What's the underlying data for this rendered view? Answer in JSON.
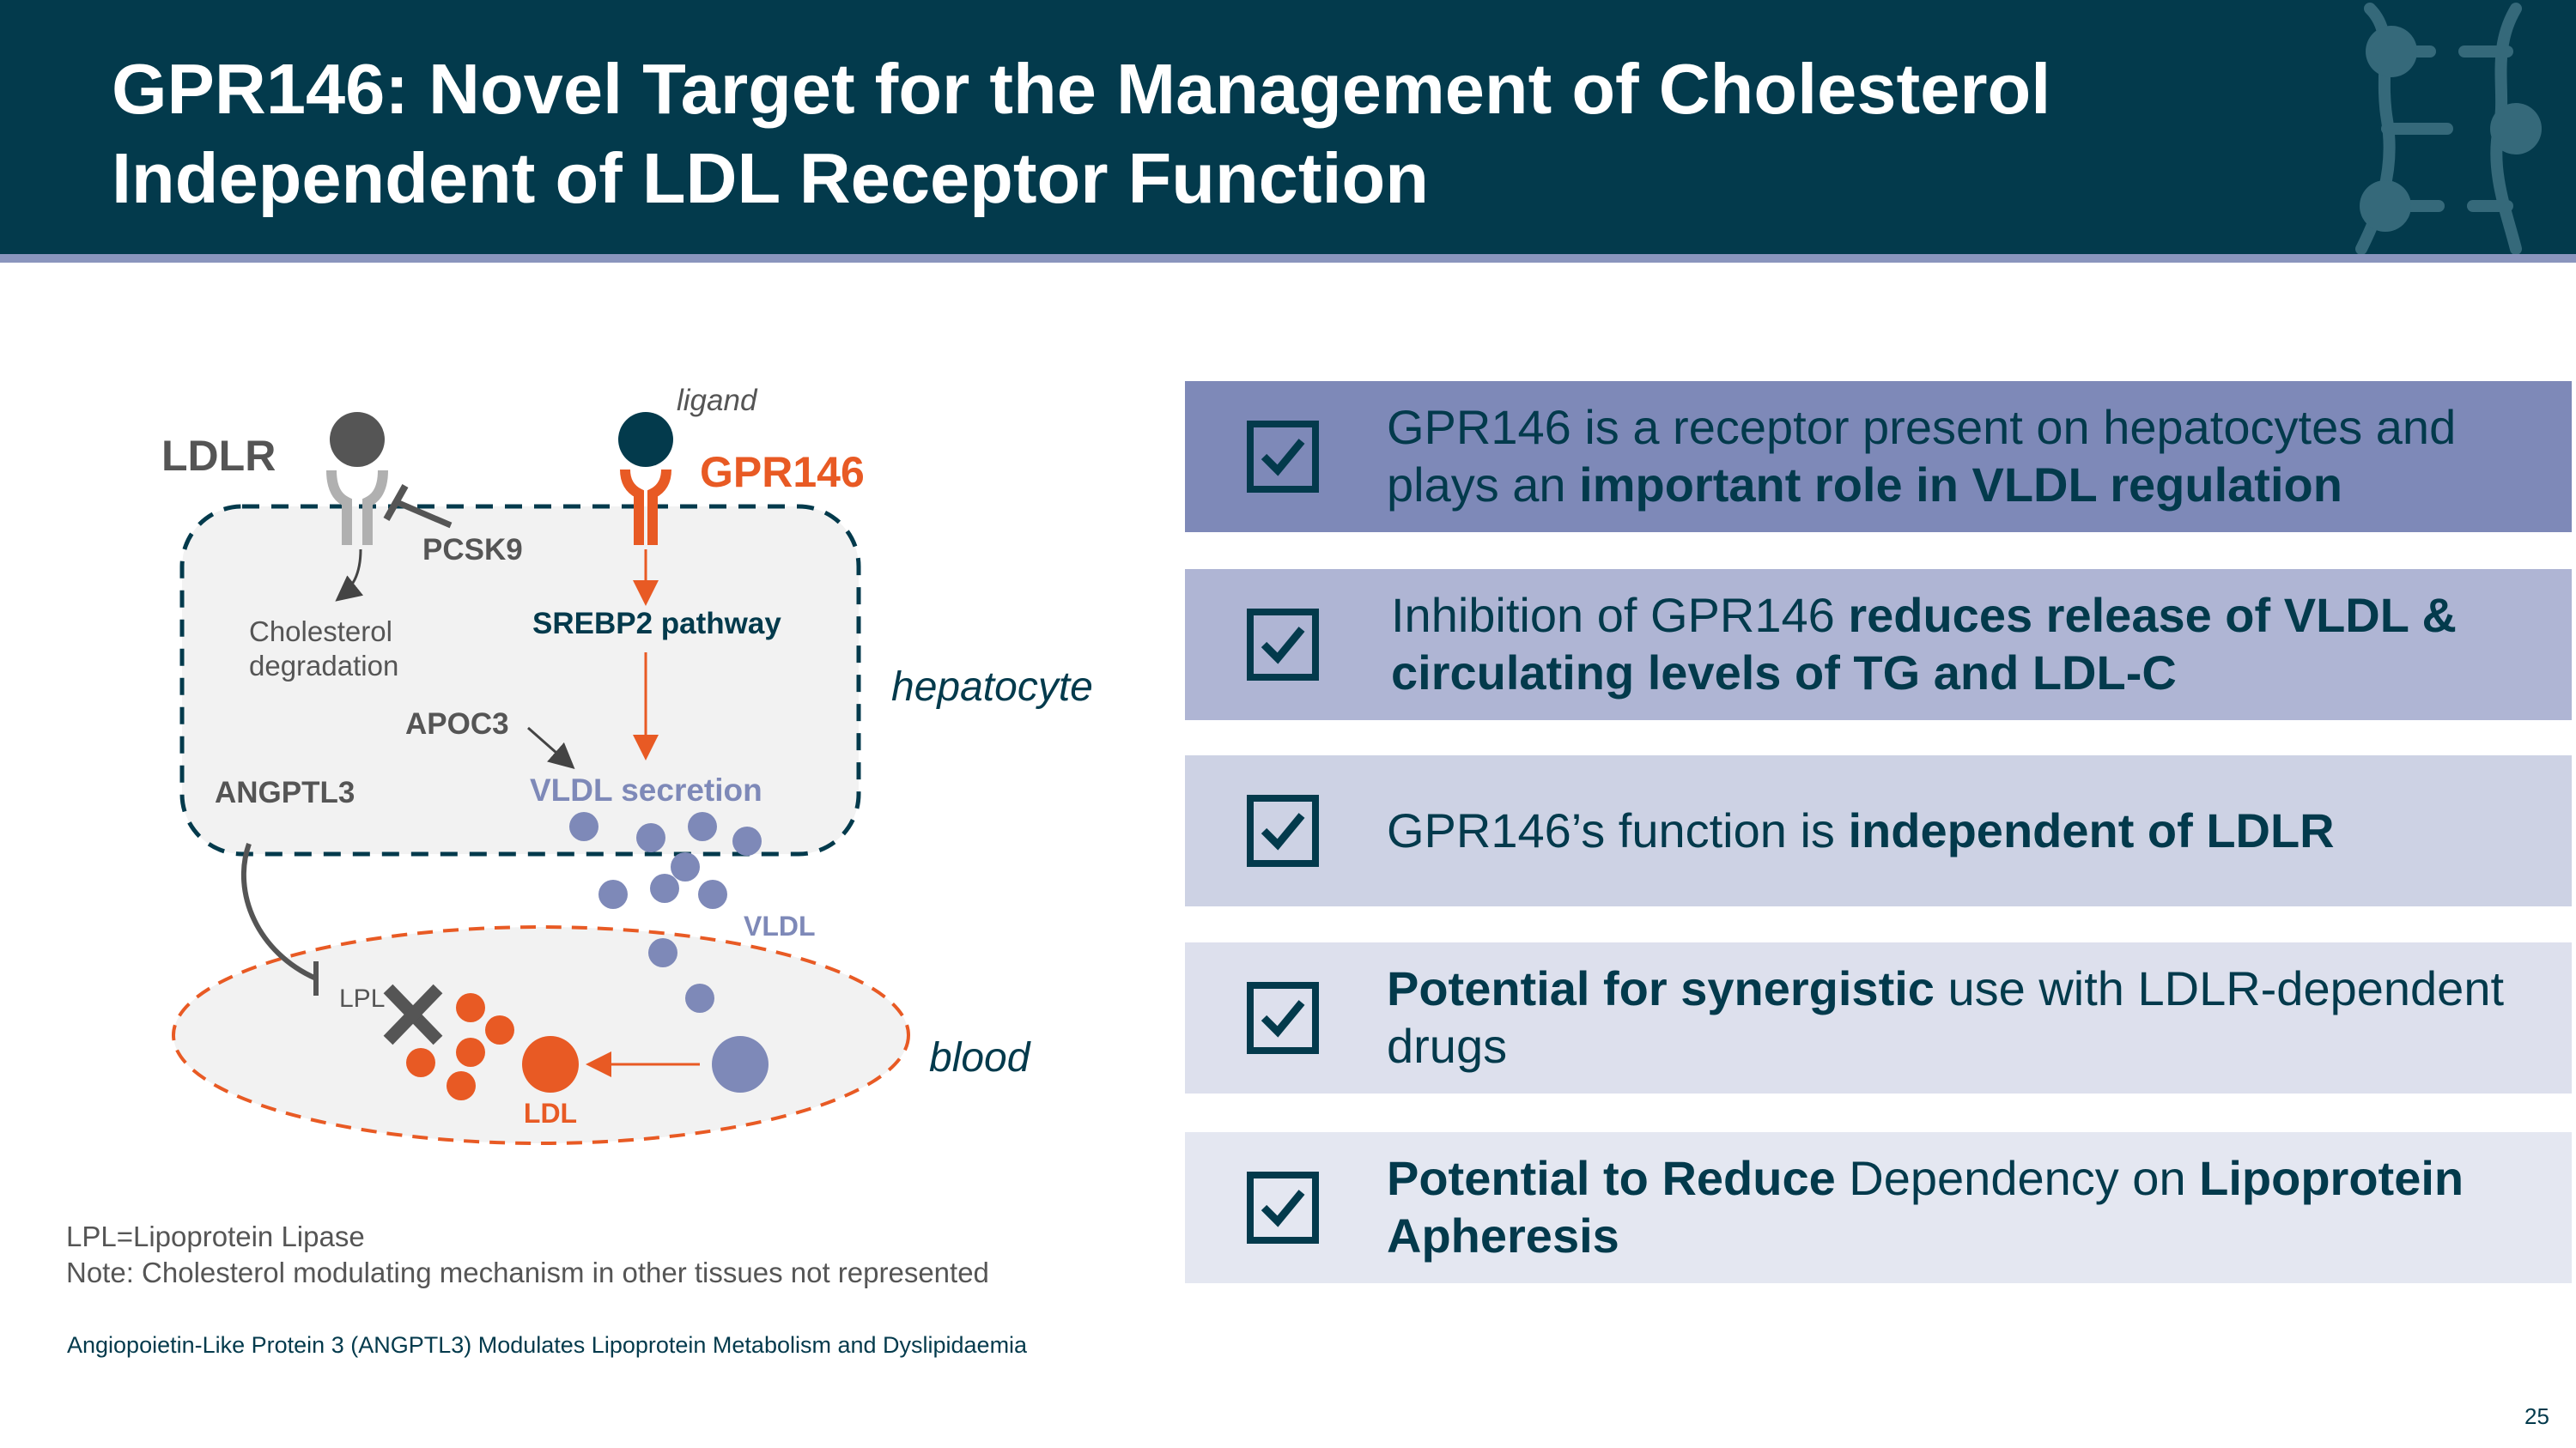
{
  "slide": {
    "title_line1": "GPR146: Novel Target for the Management of Cholesterol",
    "title_line2": "Independent of LDL Receptor Function",
    "page_number": "25"
  },
  "colors": {
    "header_bg": "#033a4c",
    "header_rule": "#8a95bd",
    "accent_orange": "#e85a24",
    "vldl_purple": "#7e89b8",
    "dark_text": "#033a4c",
    "panel_1": "#7e89b8",
    "panel_2": "#afb5d4",
    "panel_3": "#cdd2e4",
    "panel_4": "#dde0ed",
    "panel_5": "#e4e7f1"
  },
  "diagram": {
    "ldlr": "LDLR",
    "ligand": "ligand",
    "gpr146": "GPR146",
    "pcsk9": "PCSK9",
    "cholesterol_degradation_1": "Cholesterol",
    "cholesterol_degradation_2": "degradation",
    "srebp2": "SREBP2 pathway",
    "hepatocyte": "hepatocyte",
    "apoc3": "APOC3",
    "angptl3": "ANGPTL3",
    "vldl_secretion": "VLDL secretion",
    "vldl": "VLDL",
    "lpl": "LPL",
    "blood": "blood",
    "ldl": "LDL"
  },
  "panels": [
    {
      "icon": "checkbox-icon",
      "parts": [
        {
          "t": "GPR146 is a receptor present on hepatocytes and plays an ",
          "b": false
        },
        {
          "t": "important role in VLDL regulation",
          "b": true
        }
      ]
    },
    {
      "icon": "checkbox-icon",
      "parts": [
        {
          "t": "Inhibition of GPR146 ",
          "b": false
        },
        {
          "t": "reduces release of VLDL & circulating levels of TG and LDL-C",
          "b": true
        }
      ]
    },
    {
      "icon": "checkbox-icon",
      "parts": [
        {
          "t": "GPR146’s function is ",
          "b": false
        },
        {
          "t": "independent of LDLR",
          "b": true
        }
      ]
    },
    {
      "icon": "checkbox-icon",
      "parts": [
        {
          "t": "Potential for synergistic",
          "b": true
        },
        {
          "t": " use with LDLR-dependent drugs",
          "b": false
        }
      ]
    },
    {
      "icon": "checkbox-icon",
      "parts": [
        {
          "t": "Potential to Reduce",
          "b": true
        },
        {
          "t": " Dependency on ",
          "b": false
        },
        {
          "t": "Lipoprotein Apheresis",
          "b": true
        }
      ]
    }
  ],
  "footnotes": {
    "lpl_def": "LPL=Lipoprotein Lipase",
    "note": "Note: Cholesterol modulating mechanism in other tissues not represented",
    "source": "Angiopoietin-Like Protein 3 (ANGPTL3) Modulates Lipoprotein Metabolism and Dyslipidaemia"
  }
}
